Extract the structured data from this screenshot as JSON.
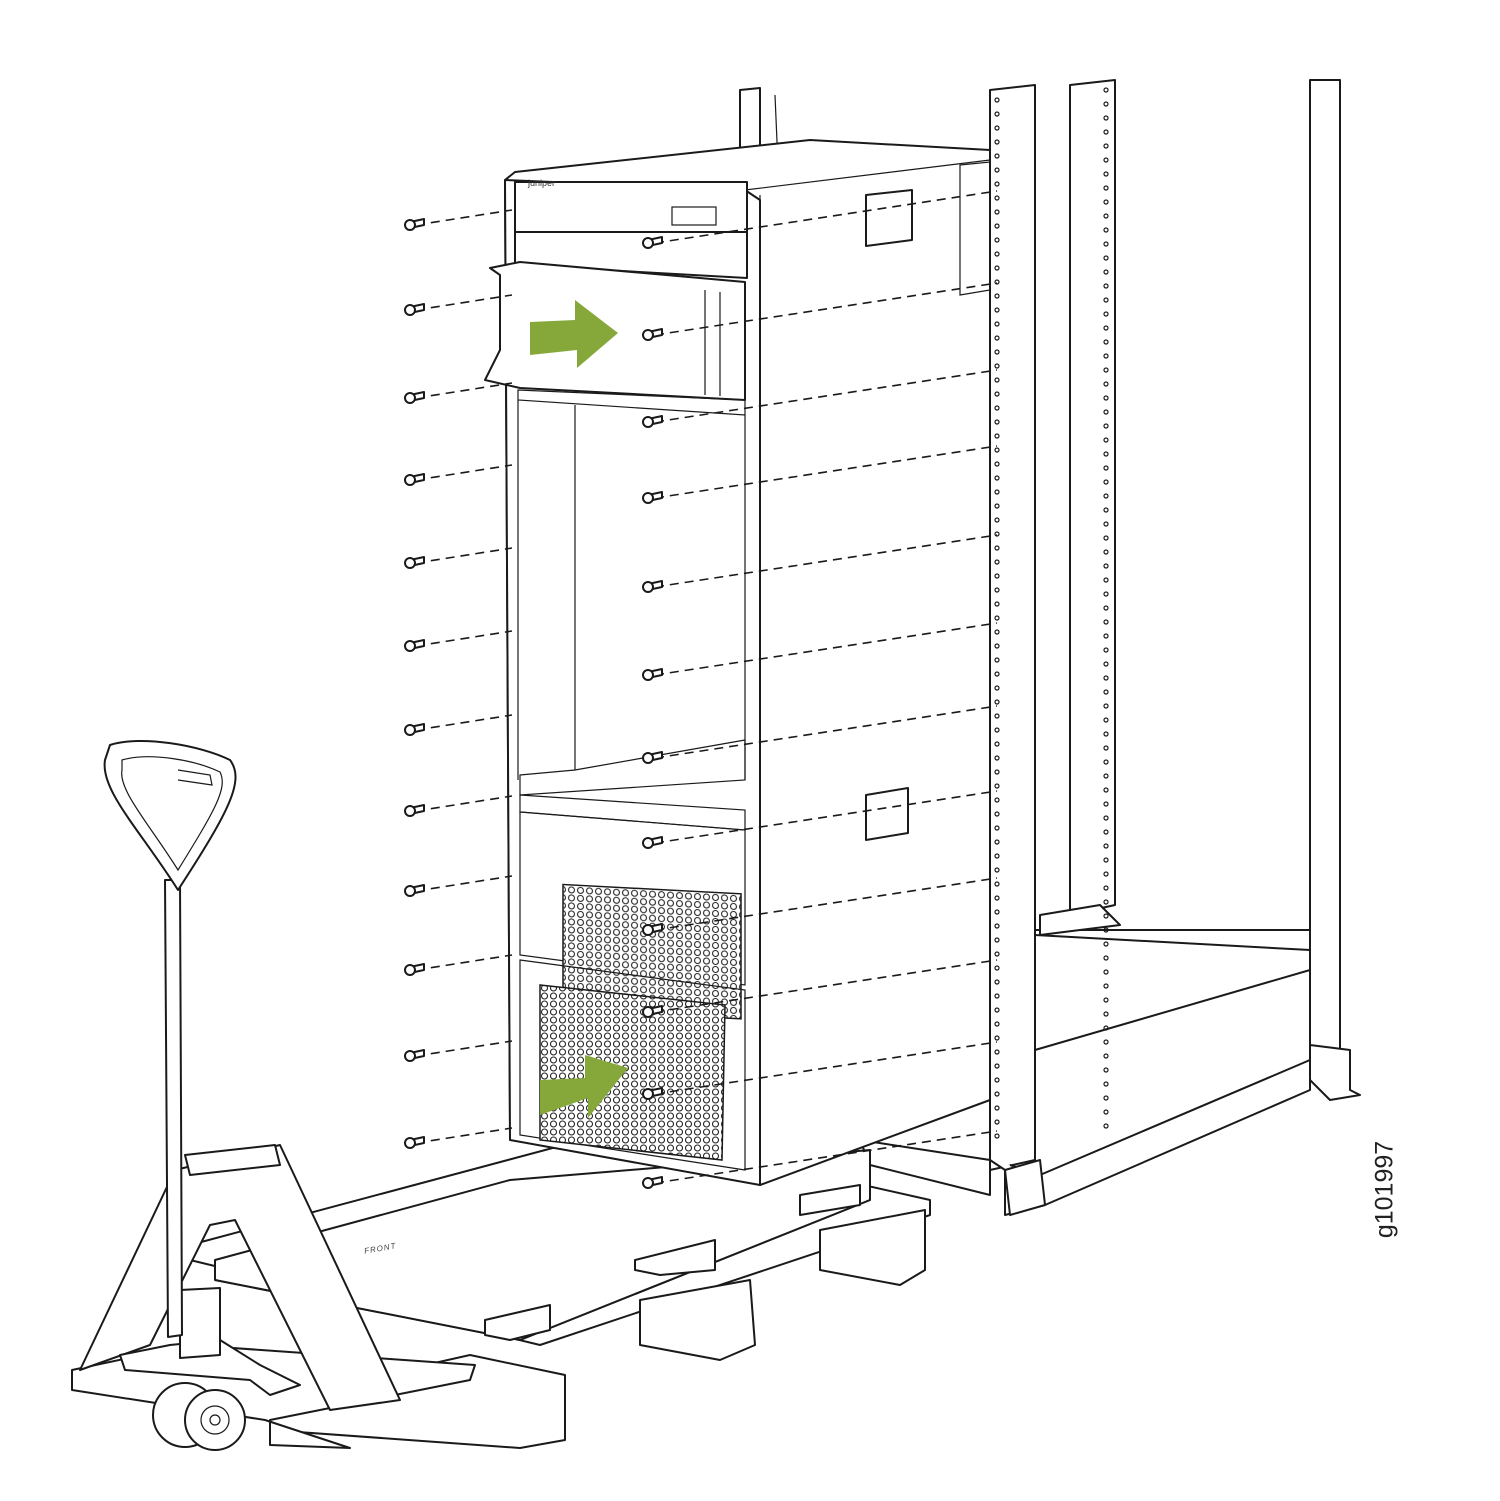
{
  "figure": {
    "id_label": "g101997",
    "pallet_label": "FRONT",
    "chassis_logo": "juniper",
    "arrow_color": "#86a83a",
    "line_color": "#1a1a1a"
  }
}
